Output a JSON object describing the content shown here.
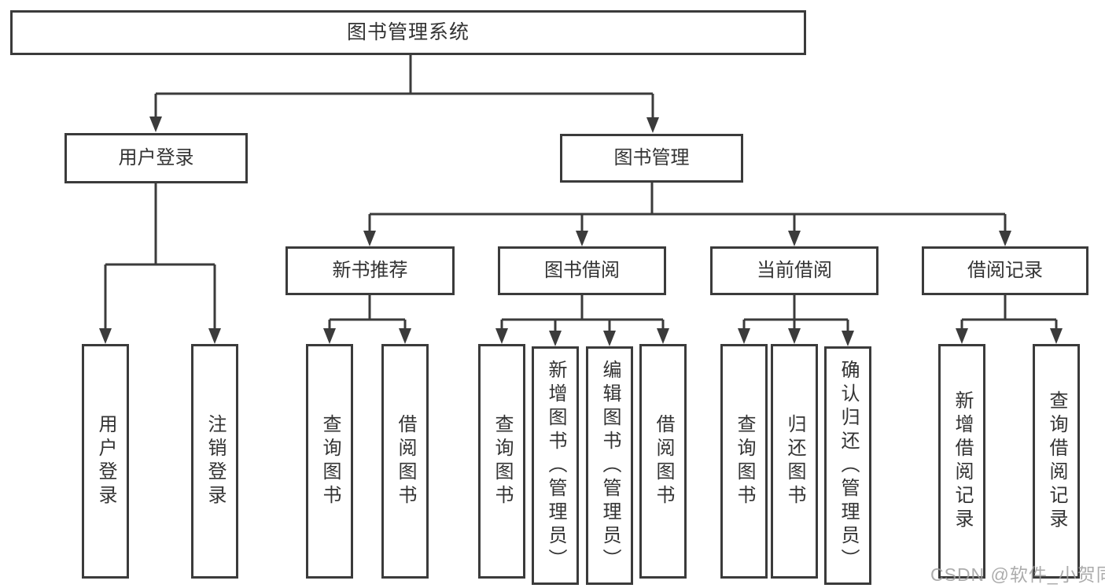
{
  "diagram": {
    "root": {
      "label": "图书管理系统"
    },
    "level2": [
      {
        "label": "用户登录"
      },
      {
        "label": "图书管理"
      }
    ],
    "level3": [
      {
        "label": "新书推荐"
      },
      {
        "label": "图书借阅"
      },
      {
        "label": "当前借阅"
      },
      {
        "label": "借阅记录"
      }
    ],
    "leaves": {
      "user_login": [
        "用户登录",
        "注销登录"
      ],
      "new_book": [
        "查询图书",
        "借阅图书"
      ],
      "book_borrow": [
        "查询图书",
        "新增图书（管理员）",
        "编辑图书（管理员）",
        "借阅图书"
      ],
      "current_borrow": [
        "查询图书",
        "归还图书",
        "确认归还（管理员）"
      ],
      "borrow_record": [
        "新增借阅记录",
        "查询借阅记录"
      ]
    },
    "colors": {
      "line": "#3b3b3b",
      "text": "#333333",
      "background": "#ffffff",
      "watermark": "#9e9e9e"
    }
  },
  "watermark": {
    "text": "CSDN @软件_小贺同学"
  }
}
